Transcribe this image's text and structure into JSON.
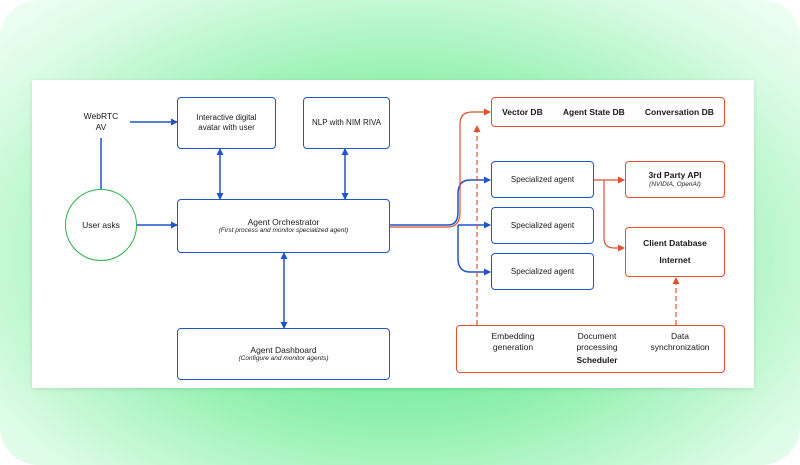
{
  "nodes": {
    "webrtc": "WebRTC\nAV",
    "user": "User asks",
    "avatar": "Interactive digital\navatar with user",
    "nlp": "NLP with NIM RIVA",
    "orchestrator": {
      "title": "Agent Orchestrator",
      "sub": "(First process and monitor specialized agent)"
    },
    "dashboard": {
      "title": "Agent Dashboard",
      "sub": "(Configure and monitor agents)"
    },
    "specialized": [
      "Specialized agent",
      "Specialized agent",
      "Specialized agent"
    ],
    "databases": [
      "Vector DB",
      "Agent State DB",
      "Conversation DB"
    ],
    "third_party": {
      "title": "3rd Party API",
      "sub": "(NVIDIA, OpenAI)"
    },
    "client_db": {
      "title": "Client Database",
      "sub": "Internet"
    },
    "pipeline": {
      "embedding": "Embedding\ngeneration",
      "document": "Document\nprocessing",
      "sync": "Data\nsynchronization",
      "scheduler": "Scheduler"
    }
  },
  "colors": {
    "blue": "#1f55c8",
    "red": "#e1502f",
    "green": "#2bb34a",
    "accent_bg": "#45e07a"
  }
}
